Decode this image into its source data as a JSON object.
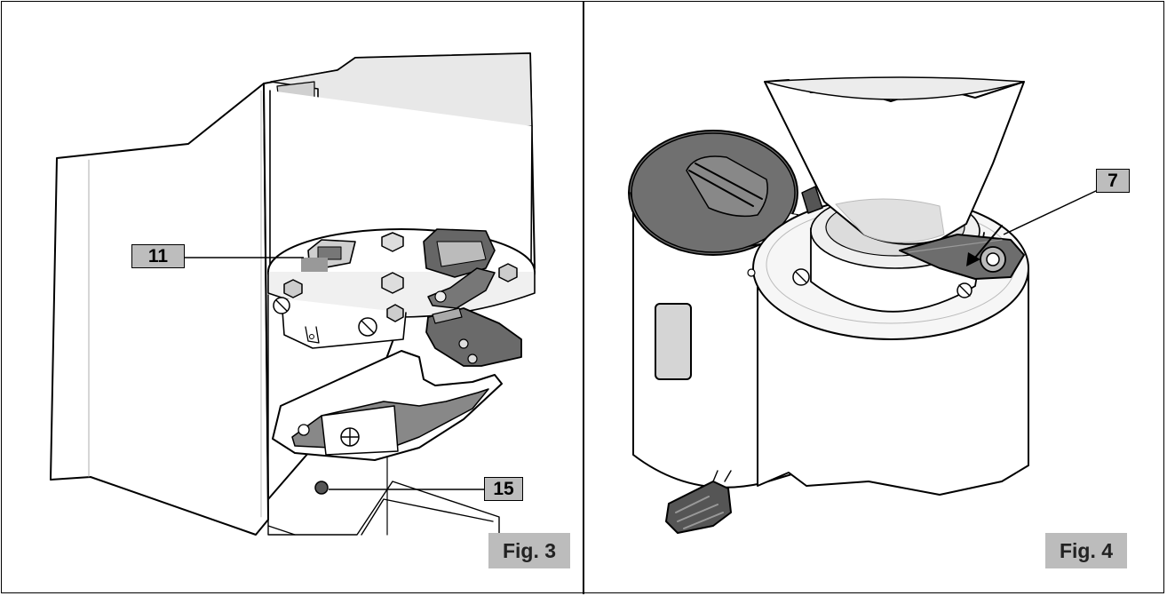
{
  "figures": [
    {
      "caption": "Fig. 3",
      "callouts": [
        "11",
        "15"
      ]
    },
    {
      "caption": "Fig. 4",
      "callouts": [
        "7"
      ]
    }
  ],
  "colors": {
    "callout_fill": "#bdbdbd",
    "caption_fill": "#bcbcbc",
    "dark_part": "#6e6e6e",
    "light_part": "#e6e6e6"
  }
}
